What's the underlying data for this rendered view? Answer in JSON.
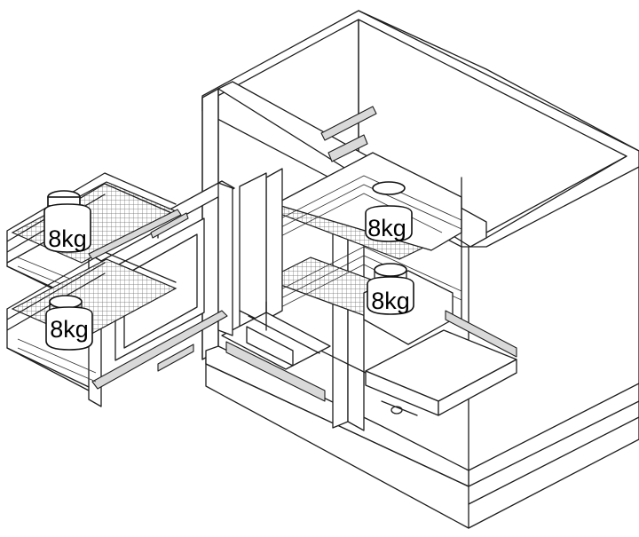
{
  "weights": [
    {
      "label": "8kg"
    },
    {
      "label": "8kg"
    },
    {
      "label": "8kg"
    },
    {
      "label": "8kg"
    }
  ]
}
